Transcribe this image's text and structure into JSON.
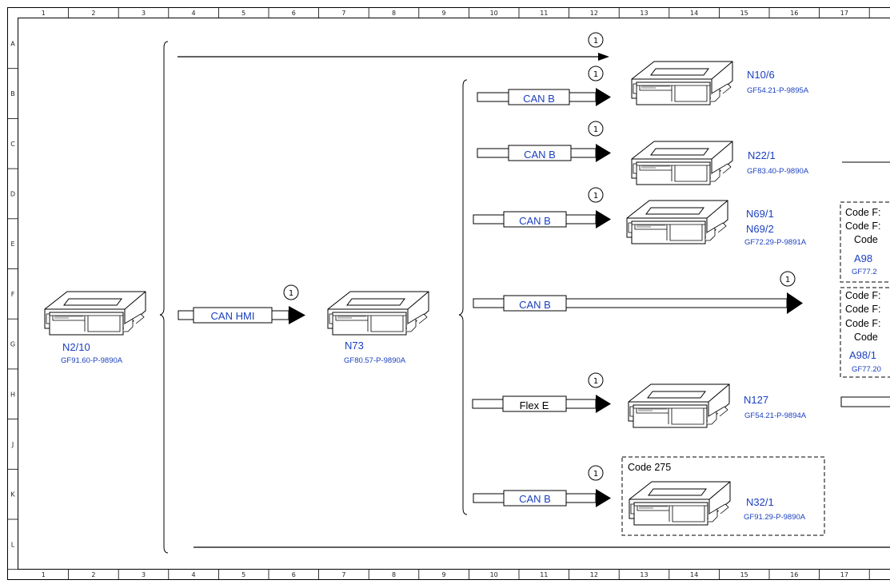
{
  "frame": {
    "columns": [
      "1",
      "2",
      "3",
      "4",
      "5",
      "6",
      "7",
      "8",
      "9",
      "10",
      "11",
      "12",
      "13",
      "14",
      "15",
      "16",
      "17"
    ],
    "rows": [
      "A",
      "B",
      "C",
      "D",
      "E",
      "F",
      "G",
      "H",
      "J",
      "K",
      "L"
    ]
  },
  "components": {
    "n2_10": {
      "name": "N2/10",
      "ref": "GF91.60-P-9890A"
    },
    "n73": {
      "name": "N73",
      "ref": "GF80.57-P-9890A"
    },
    "n10_6": {
      "name": "N10/6",
      "ref": "GF54.21-P-9895A"
    },
    "n22_1": {
      "name": "N22/1",
      "ref": "GF83.40-P-9890A"
    },
    "n69": {
      "name1": "N69/1",
      "name2": "N69/2",
      "ref": "GF72.29-P-9891A"
    },
    "n127": {
      "name": "N127",
      "ref": "GF54.21-P-9894A"
    },
    "n32_1": {
      "name": "N32/1",
      "ref": "GF91.29-P-9890A",
      "code": "Code 275"
    }
  },
  "buses": {
    "can_hmi": "CAN HMI",
    "can_b": "CAN B",
    "flex_e": "Flex E"
  },
  "marker": "1",
  "right_boxes": {
    "a98": {
      "codes": [
        "Code F:",
        "Code F:",
        "Code"
      ],
      "name": "A98",
      "ref": "GF77.2"
    },
    "a98_1": {
      "codes": [
        "Code F:",
        "Code F:",
        "Code F:",
        "Code"
      ],
      "name": "A98/1",
      "ref": "GF77.20"
    }
  }
}
